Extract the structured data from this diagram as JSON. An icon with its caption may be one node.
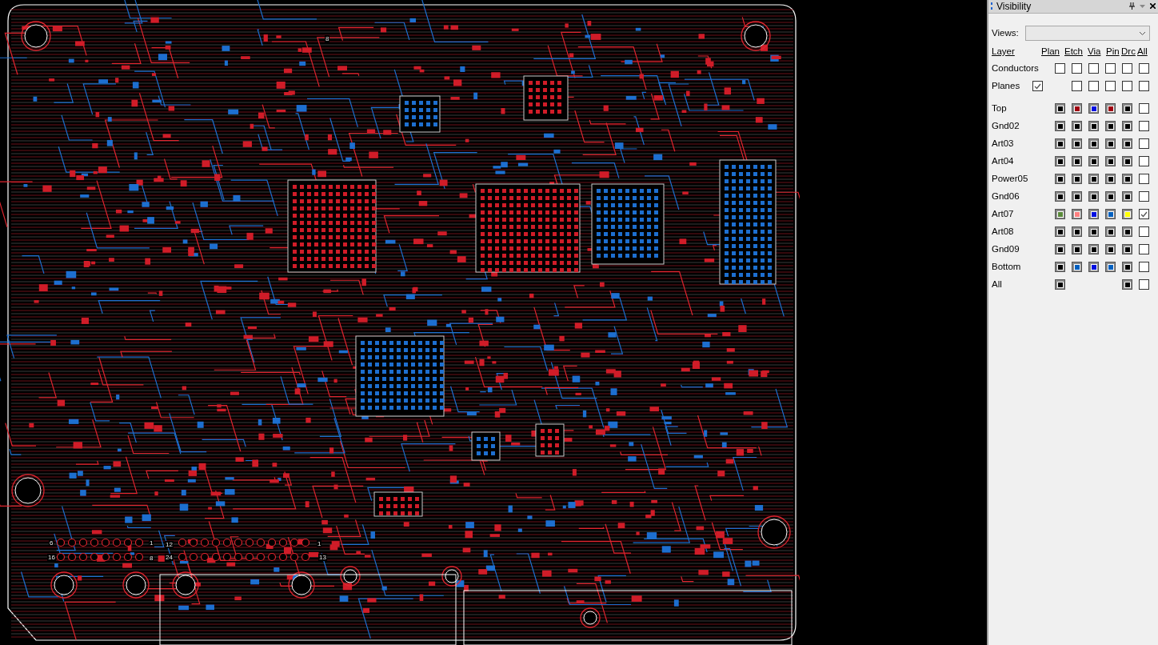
{
  "diagram": {
    "labels": [
      "Visibility",
      "Views:",
      "Layer",
      "Plan",
      "Etch",
      "Via",
      "Pin",
      "Drc",
      "All",
      "Conductors",
      "Planes",
      "Top",
      "Gnd02",
      "Art03",
      "Art04",
      "Power05",
      "Gnd06",
      "Art07",
      "Art08",
      "Gnd09",
      "Bottom",
      "All",
      "8",
      "6",
      "1",
      "16",
      "8",
      "12",
      "1",
      "24",
      "13"
    ]
  }
}
